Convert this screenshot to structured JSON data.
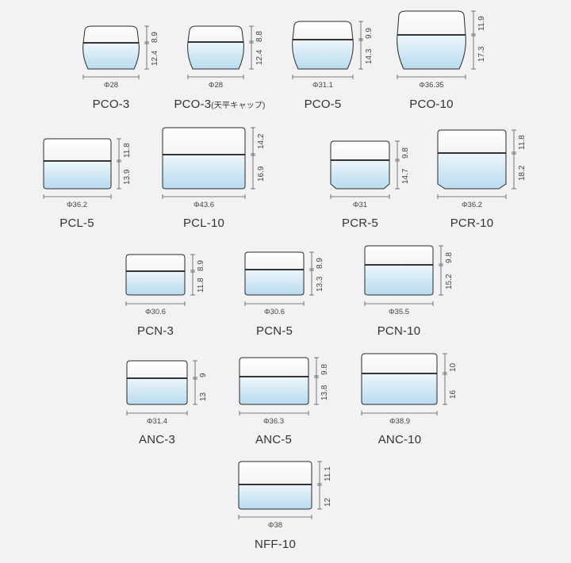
{
  "jars": [
    {
      "id": "pco-3",
      "name": "PCO-3",
      "diameter": "Φ28",
      "lid_h": "8.9",
      "body_h": "12.4",
      "cap_note": ""
    },
    {
      "id": "pco-3c",
      "name": "PCO-3",
      "diameter": "Φ28",
      "lid_h": "8.8",
      "body_h": "12.4",
      "cap_note": "(天平キャップ)"
    },
    {
      "id": "pco-5",
      "name": "PCO-5",
      "diameter": "Φ31.1",
      "lid_h": "9.9",
      "body_h": "14.3",
      "cap_note": ""
    },
    {
      "id": "pco-10",
      "name": "PCO-10",
      "diameter": "Φ36.35",
      "lid_h": "11.9",
      "body_h": "17.3",
      "cap_note": ""
    },
    {
      "id": "pcl-5",
      "name": "PCL-5",
      "diameter": "Φ36.2",
      "lid_h": "11.8",
      "body_h": "13.9",
      "cap_note": ""
    },
    {
      "id": "pcl-10",
      "name": "PCL-10",
      "diameter": "Φ43.6",
      "lid_h": "14.2",
      "body_h": "16.9",
      "cap_note": ""
    },
    {
      "id": "pcr-5",
      "name": "PCR-5",
      "diameter": "Φ31",
      "lid_h": "9.8",
      "body_h": "14.7",
      "cap_note": ""
    },
    {
      "id": "pcr-10",
      "name": "PCR-10",
      "diameter": "Φ36.2",
      "lid_h": "11.8",
      "body_h": "18.2",
      "cap_note": ""
    },
    {
      "id": "pcn-3",
      "name": "PCN-3",
      "diameter": "Φ30.6",
      "lid_h": "8.9",
      "body_h": "11.8",
      "cap_note": ""
    },
    {
      "id": "pcn-5",
      "name": "PCN-5",
      "diameter": "Φ30.6",
      "lid_h": "8.9",
      "body_h": "13.3",
      "cap_note": ""
    },
    {
      "id": "pcn-10",
      "name": "PCN-10",
      "diameter": "Φ35.5",
      "lid_h": "9.8",
      "body_h": "15.2",
      "cap_note": ""
    },
    {
      "id": "anc-3",
      "name": "ANC-3",
      "diameter": "Φ31.4",
      "lid_h": "9",
      "body_h": "13",
      "cap_note": ""
    },
    {
      "id": "anc-5",
      "name": "ANC-5",
      "diameter": "Φ36.3",
      "lid_h": "9.8",
      "body_h": "13.8",
      "cap_note": ""
    },
    {
      "id": "anc-10",
      "name": "ANC-10",
      "diameter": "Φ38.9",
      "lid_h": "10",
      "body_h": "16",
      "cap_note": ""
    },
    {
      "id": "nff-10",
      "name": "NFF-10",
      "diameter": "Φ38",
      "lid_h": "11.1",
      "body_h": "12",
      "cap_note": ""
    }
  ]
}
